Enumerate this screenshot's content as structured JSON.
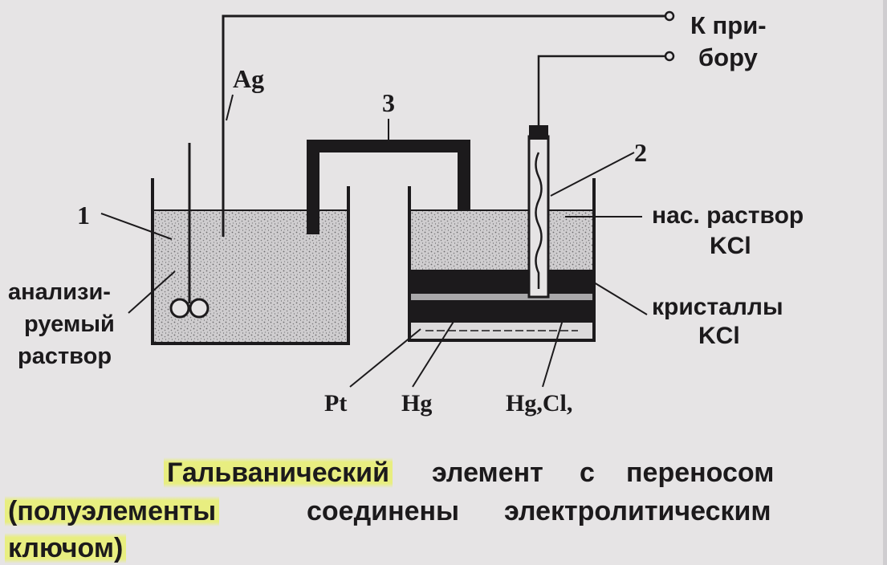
{
  "diagram": {
    "labels": {
      "ag": "Ag",
      "num1": "1",
      "num2": "2",
      "num3": "3",
      "device_line1": "К при-",
      "device_line2": "бору",
      "sat_solution_line1": "нас. раствор",
      "sat_solution_line2": "KCl",
      "crystals_line1": "кристаллы",
      "crystals_line2": "KCl",
      "analyzed_line1": "анализи-",
      "analyzed_line2": "руемый",
      "analyzed_line3": "раствор",
      "pt": "Pt",
      "hg": "Hg",
      "hg2cl2": "Hg,Cl,"
    }
  },
  "caption": {
    "line1_part1": "Гальванический",
    "line1_part2": "элемент",
    "line1_part3": "с",
    "line1_part4": "переносом",
    "line2_part1": "(полуэлементы",
    "line2_part2": "соединены",
    "line2_part3": "электролитическим",
    "line3": "ключом)"
  },
  "colors": {
    "ink": "#1c1a1c",
    "paper": "#e6e4e5",
    "highlight": "#e8f06e"
  }
}
